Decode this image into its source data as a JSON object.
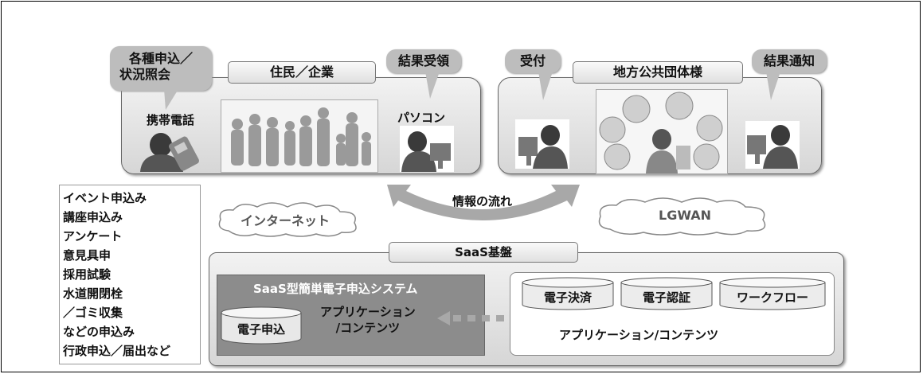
{
  "residents": {
    "title": "住民／企業",
    "bubble_apply_line1": "各種申込／",
    "bubble_apply_line2": "状況照会",
    "bubble_result_receive": "結果受領",
    "mobile_label": "携帯電話",
    "pc_label": "パソコン"
  },
  "government": {
    "title": "地方公共団体様",
    "bubble_reception": "受付",
    "bubble_result_notify": "結果通知"
  },
  "service_list": [
    "イベント申込み",
    "講座申込み",
    "アンケート",
    "意見具申",
    "採用試験",
    "水道開閉栓",
    "／ゴミ収集",
    "などの申込み",
    "行政申込／届出など"
  ],
  "network": {
    "internet": "インターネット",
    "lgwan": "LGWAN",
    "info_flow": "情報の流れ"
  },
  "saas": {
    "platform_title": "SaaS基盤",
    "system_title": "SaaS型簡単電子申込システム",
    "e_application": "電子申込",
    "app_content_line1": "アプリケーション",
    "app_content_line2": "/コンテンツ",
    "e_payment": "電子決済",
    "e_authentication": "電子認証",
    "workflow": "ワークフロー",
    "app_content_right": "アプリケーション/コンテンツ"
  },
  "colors": {
    "panel_fill": "#e3e3e3",
    "bubble_fill": "#bdbdbd",
    "system_box_fill": "#8c8c8c",
    "arrow_fill": "#a8a8a8"
  }
}
